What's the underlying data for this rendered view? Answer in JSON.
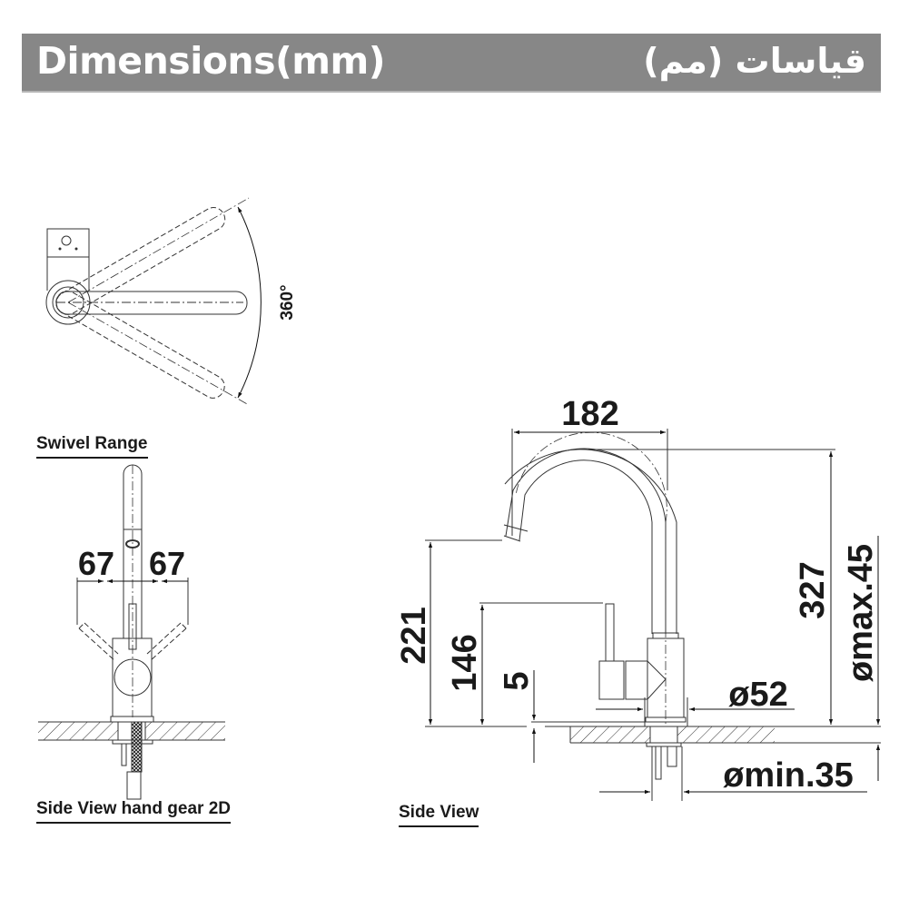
{
  "header": {
    "title_en": "Dimensions(mm)",
    "title_ar": "قياسات (مم)",
    "background_color": "#878787",
    "text_color": "#ffffff"
  },
  "views": {
    "swivel": {
      "caption": "Swivel Range",
      "angle_label": "360°"
    },
    "hand_gear": {
      "caption": "Side View hand gear 2D",
      "left_offset": "67",
      "right_offset": "67"
    },
    "side": {
      "caption": "Side View",
      "reach": "182",
      "total_height": "327",
      "spout_height": "221",
      "lever_height": "146",
      "base_gap": "5",
      "base_diameter": "ø52",
      "counter_max": "ømax.45",
      "hole_min": "ømin.35"
    }
  }
}
